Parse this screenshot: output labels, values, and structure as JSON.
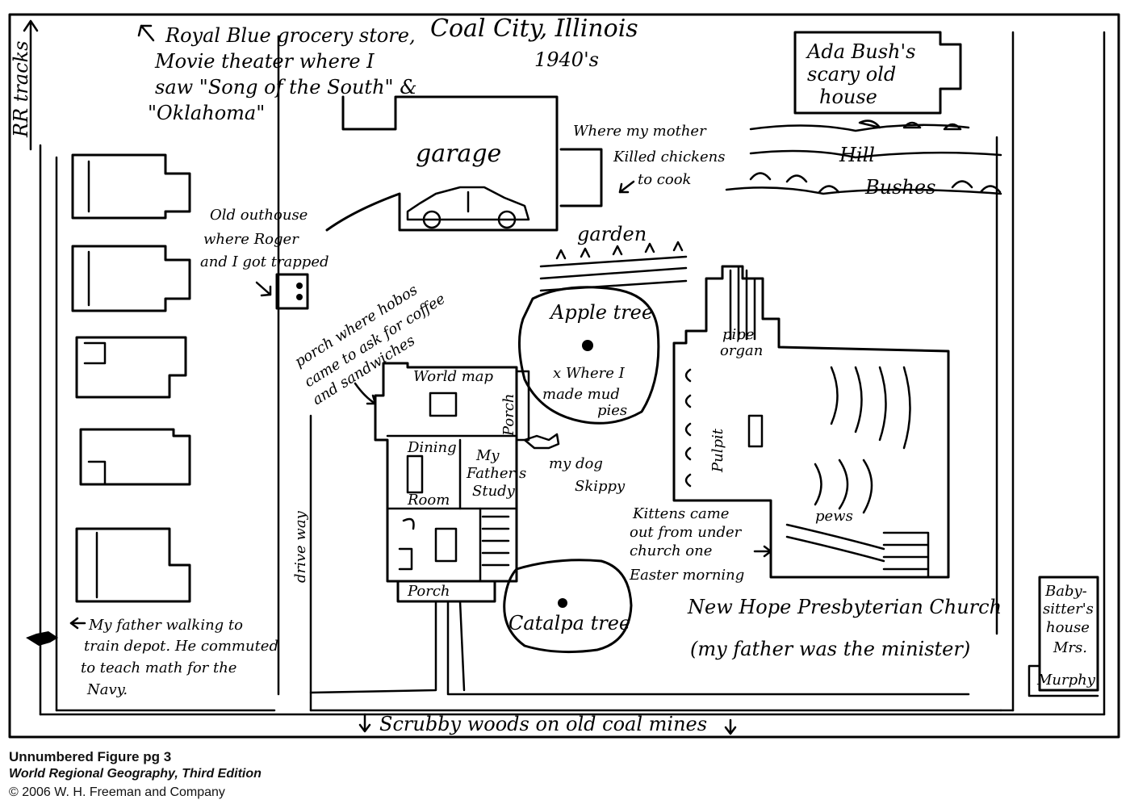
{
  "title": "Coal City, Illinois",
  "subtitle": "1940's",
  "labels": {
    "grocery": [
      "Royal Blue grocery store,",
      "Movie theater where I",
      "saw \"Song of the South\" &",
      "\"Oklahoma\""
    ],
    "rr_tracks": "RR tracks",
    "ada_bush": [
      "Ada Bush's",
      "scary old",
      "house"
    ],
    "garage": "garage",
    "mother": [
      "Where my mother",
      "Killed chickens",
      "to cook"
    ],
    "hill": "Hill",
    "bushes": "Bushes",
    "outhouse": [
      "Old outhouse",
      "where Roger",
      "and I got trapped"
    ],
    "garden": "garden",
    "porch_hobos": [
      "porch where hobos",
      "came to ask for coffee",
      "and sandwiches"
    ],
    "apple_tree": "Apple tree",
    "mud_pies": [
      "x Where I",
      "made mud",
      "pies"
    ],
    "pipe_organ": [
      "pipe",
      "organ"
    ],
    "world_map": "World map",
    "porch_side": "Porch",
    "dining_room": [
      "Dining",
      "Room"
    ],
    "fathers_study": [
      "My",
      "Father's",
      "Study"
    ],
    "dog": [
      "my dog",
      "Skippy"
    ],
    "pulpit": "Pulpit",
    "kittens": [
      "Kittens came",
      "out from under",
      "church one",
      "Easter morning"
    ],
    "pews": "pews",
    "drive_way": "drive way",
    "porch_front": "Porch",
    "catalpa_tree": "Catalpa tree",
    "church": "New Hope Presbyterian Church",
    "minister": "(my father was the minister)",
    "babysitter": [
      "Baby-",
      "sitter's",
      "house",
      "Mrs.",
      "Murphy"
    ],
    "father_walking": [
      "My father walking to",
      "train depot. He commuted",
      "to teach math for the",
      "Navy."
    ],
    "scrubby_woods": "Scrubby woods on old coal mines"
  },
  "caption": {
    "line1": "Unnumbered Figure pg 3",
    "line2": "World Regional Geography, Third Edition",
    "line3": "© 2006 W. H. Freeman and Company"
  }
}
